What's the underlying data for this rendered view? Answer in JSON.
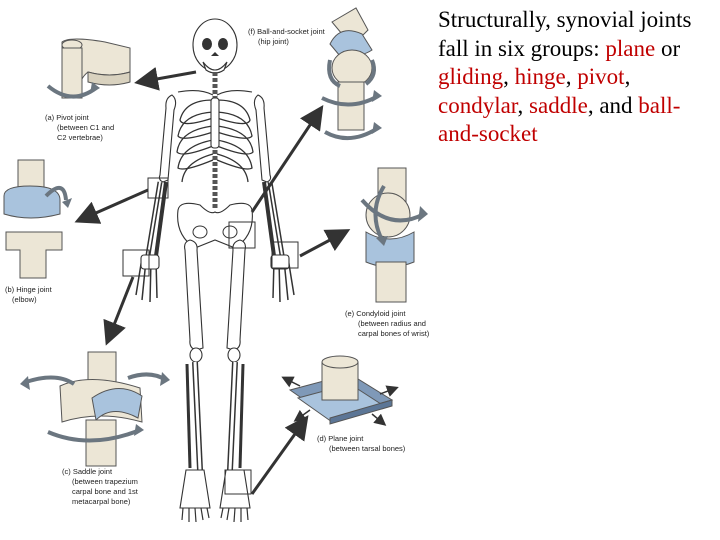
{
  "text": {
    "intro": "Structurally, synovial joints fall in six groups:",
    "sep_space": " ",
    "plane": "plane",
    "or": " or ",
    "gliding": "gliding",
    "comma1": ", ",
    "hinge": "hinge",
    "comma2": ", ",
    "pivot": "pivot",
    "comma3": ", ",
    "condylar": "condylar",
    "comma4": ", ",
    "saddle": "saddle",
    "and": ", and ",
    "ball": "ball-and-socket"
  },
  "labels": {
    "pivot_1": "(a) Pivot joint",
    "pivot_2": "(between C1 and",
    "pivot_3": "C2 vertebrae)",
    "ball_1": "(f) Ball-and-socket joint",
    "ball_2": "(hip joint)",
    "hinge_1": "(b) Hinge joint",
    "hinge_2": "(elbow)",
    "condyloid_1": "(e) Condyloid joint",
    "condyloid_2": "(between radius and",
    "condyloid_3": "carpal bones of wrist)",
    "saddle_1": "(c) Saddle joint",
    "saddle_2": "(between trapezium",
    "saddle_3": "carpal bone and 1st",
    "saddle_4": "metacarpal bone)",
    "plane_1": "(d) Plane joint",
    "plane_2": "(between tarsal bones)"
  },
  "colors": {
    "highlight": "#c00000",
    "body_text": "#000000",
    "cartilage_blue": "#a9c3dd",
    "bone": "#ece6d6"
  }
}
